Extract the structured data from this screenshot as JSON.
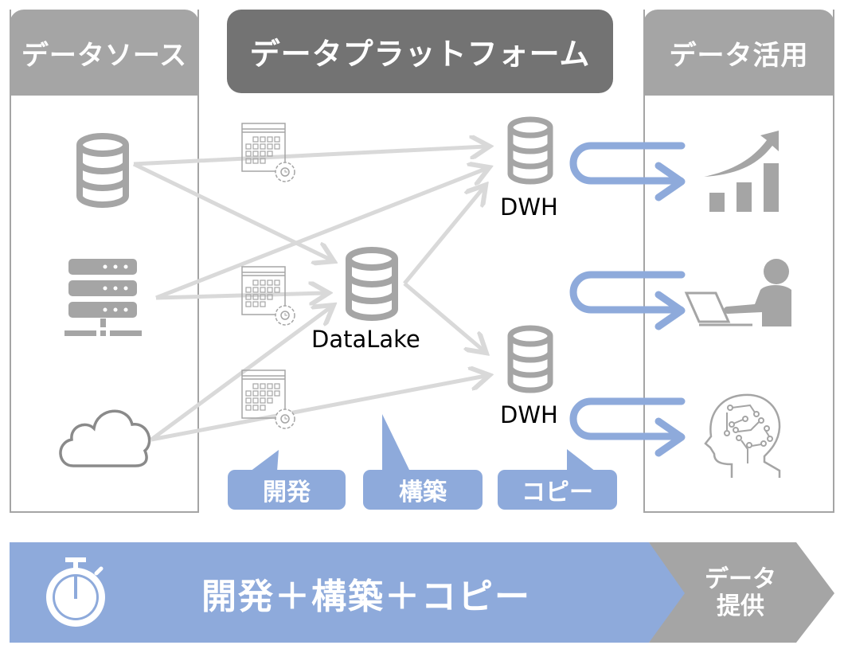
{
  "headers": {
    "data_source": "データソース",
    "data_platform": "データプラットフォーム",
    "data_utilization": "データ活用"
  },
  "nodes": {
    "datalake_label": "DataLake",
    "dwh_top_label": "DWH",
    "dwh_bottom_label": "DWH"
  },
  "sources": [
    {
      "icon": "database-icon"
    },
    {
      "icon": "server-icon"
    },
    {
      "icon": "cloud-icon"
    }
  ],
  "utilization": [
    {
      "icon": "growth-chart-icon"
    },
    {
      "icon": "person-laptop-icon"
    },
    {
      "icon": "ai-brain-icon"
    }
  ],
  "callouts": [
    {
      "label": "開発"
    },
    {
      "label": "構築"
    },
    {
      "label": "コピー"
    }
  ],
  "bottom_bar": {
    "icon": "stopwatch-icon",
    "text": "開発＋構築＋コピー",
    "provide_line1": "データ",
    "provide_line2": "提供"
  },
  "colors": {
    "gray_header": "#a5a5a5",
    "dark_header": "#737373",
    "accent_blue": "#8eaadb",
    "arrow_gray": "#d9d9d9",
    "icon_gray": "#a5a5a5"
  }
}
